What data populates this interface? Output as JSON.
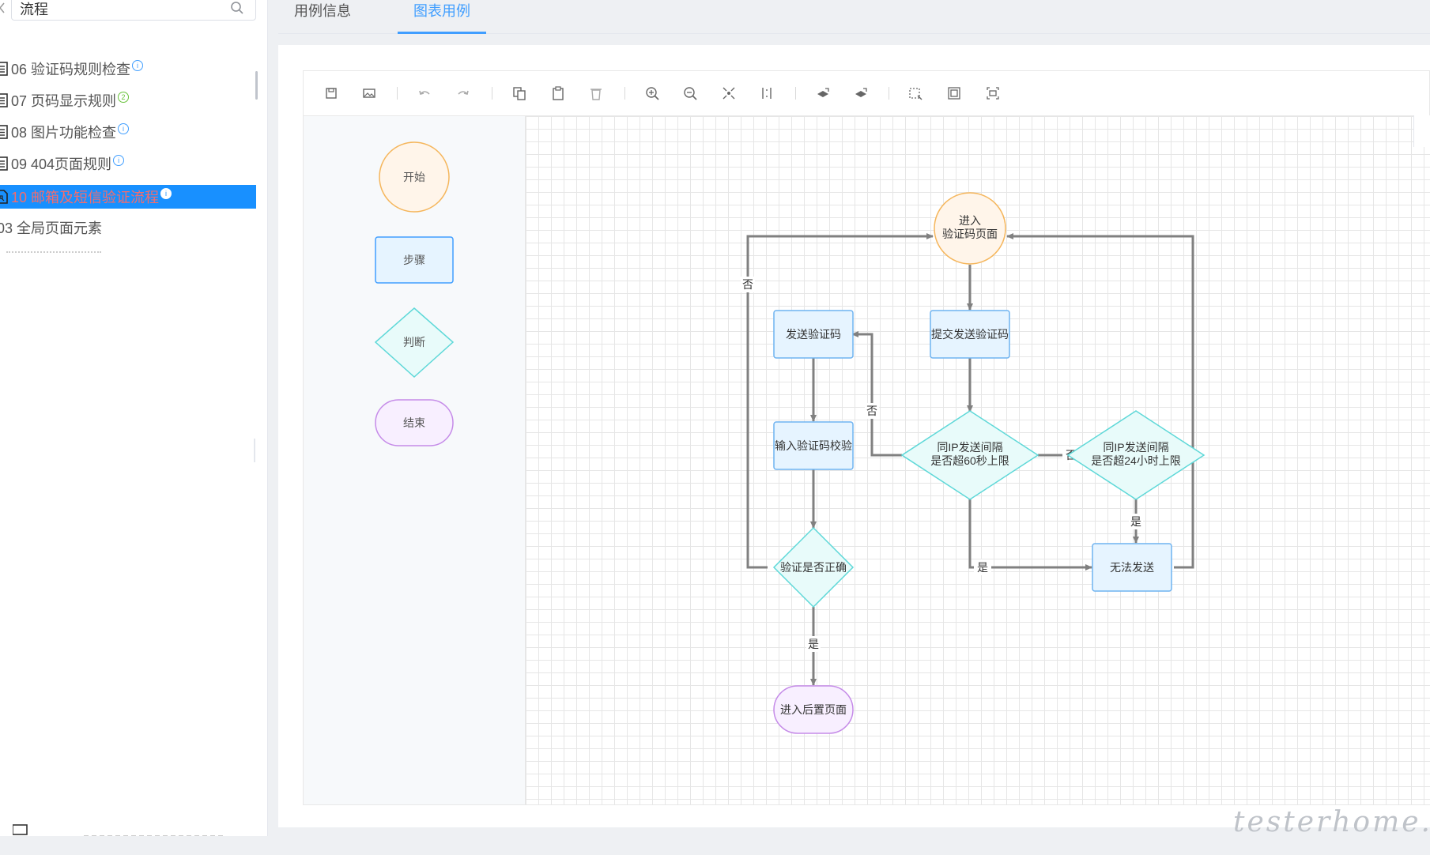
{
  "search": {
    "value": "流程",
    "placeholder": ""
  },
  "tree": {
    "items": [
      {
        "label": "06 验证码规则检查",
        "badge": "i",
        "badge_color": "#409eff"
      },
      {
        "label": "07 页码显示规则",
        "badge": "2",
        "badge_color": "#67c23a"
      },
      {
        "label": "08 图片功能检查",
        "badge": "i",
        "badge_color": "#409eff"
      },
      {
        "label": "09 404页面规则",
        "badge": "i",
        "badge_color": "#409eff"
      },
      {
        "label": "10 邮箱及短信验证流程",
        "badge": "i",
        "badge_color": "#409eff",
        "selected": true
      },
      {
        "label": "03 全局页面元素"
      }
    ]
  },
  "tabs": [
    {
      "label": "用例信息",
      "active": false
    },
    {
      "label": "图表用例",
      "active": true
    }
  ],
  "toolbar": {
    "buttons": [
      "save-icon",
      "image-icon",
      "undo-icon",
      "redo-icon",
      "copy-icon",
      "paste-icon",
      "delete-icon",
      "zoom-in-icon",
      "zoom-out-icon",
      "fit-icon",
      "actual-size-icon",
      "to-front-icon",
      "to-back-icon",
      "select-all-icon",
      "group-icon",
      "ungroup-icon"
    ]
  },
  "palette": {
    "start": "开始",
    "step": "步骤",
    "decision": "判断",
    "end": "结束"
  },
  "flow": {
    "nodes": {
      "enter_line1": "进入",
      "enter_line2": "验证码页面",
      "submit": "提交发送验证码",
      "send_code": "发送验证码",
      "input_code": "输入验证码校验",
      "check60_line1": "同IP发送间隔",
      "check60_line2": "是否超60秒上限",
      "check24_line1": "同IP发送间隔",
      "check24_line2": "是否超24小时上限",
      "verify": "验证是否正确",
      "cannot_send": "无法发送",
      "next_page": "进入后置页面"
    },
    "edges": {
      "no_left": "否",
      "no_60": "否",
      "no_24": "否",
      "yes_60": "是",
      "yes_24": "是",
      "yes_verify": "是"
    }
  },
  "watermark": "testerhome.com",
  "colors": {
    "accent": "#409eff",
    "selected_bg": "#1890ff",
    "selected_text": "#f56c6c",
    "start_fill": "#fff5ea",
    "start_stroke": "#f5b65c",
    "step_fill": "#e6f4ff",
    "step_stroke": "#6fb3f0",
    "decision_fill": "#e8fbfa",
    "decision_stroke": "#5ed8d8",
    "end_fill": "#f8efff",
    "end_stroke": "#c58be8",
    "edge": "#808080"
  }
}
